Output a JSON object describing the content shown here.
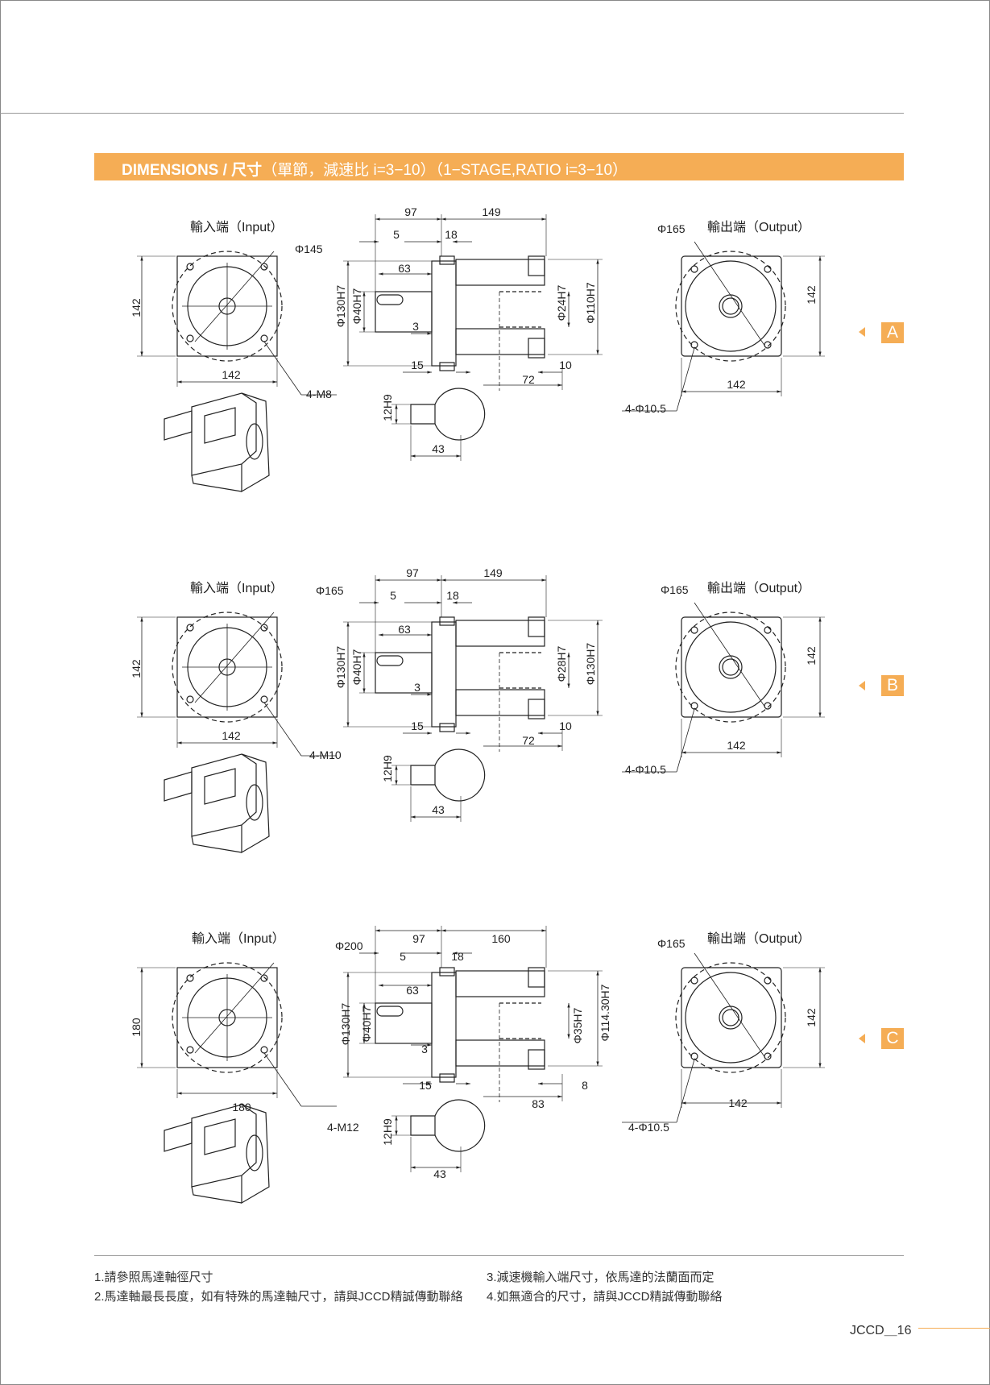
{
  "header": {
    "title_bold": "DIMENSIONS / 尺寸",
    "title_rest": "（單節，減速比 i=3−10）（1−STAGE,RATIO i=3−10）"
  },
  "sections": [
    {
      "tag": "A",
      "input_label": "輸入端（Input）",
      "output_label": "輸出端（Output）",
      "input_circle": "Φ145",
      "input_side_v": "142",
      "input_side_h": "142",
      "input_holes": "4-M8",
      "dim_97": "97",
      "dim_len": "149",
      "dim_5": "5",
      "dim_18": "18",
      "dim_63": "63",
      "dim_3": "3",
      "dim_15": "15",
      "dim_10": "10",
      "dim_72": "72",
      "dia_left_outer": "Φ130H7",
      "dia_left_inner": "Φ40H7",
      "dia_right_inner": "Φ24H7",
      "dia_right_outer": "Φ110H7",
      "key_12": "12H9",
      "key_43": "43",
      "output_circle": "Φ165",
      "output_side_v": "142",
      "output_side_h": "142",
      "output_holes": "4-Φ10.5"
    },
    {
      "tag": "B",
      "input_label": "輸入端（Input）",
      "output_label": "輸出端（Output）",
      "input_circle": "Φ165",
      "input_side_v": "142",
      "input_side_h": "142",
      "input_holes": "4-M10",
      "dim_97": "97",
      "dim_len": "149",
      "dim_5": "5",
      "dim_18": "18",
      "dim_63": "63",
      "dim_3": "3",
      "dim_15": "15",
      "dim_10": "10",
      "dim_72": "72",
      "dia_left_outer": "Φ130H7",
      "dia_left_inner": "Φ40H7",
      "dia_right_inner": "Φ28H7",
      "dia_right_outer": "Φ130H7",
      "key_12": "12H9",
      "key_43": "43",
      "output_circle": "Φ165",
      "output_side_v": "142",
      "output_side_h": "142",
      "output_holes": "4-Φ10.5"
    },
    {
      "tag": "C",
      "input_label": "輸入端（Input）",
      "output_label": "輸出端（Output）",
      "input_circle": "Φ200",
      "input_side_v": "180",
      "input_side_h": "180",
      "input_holes": "4-M12",
      "dim_97": "97",
      "dim_len": "160",
      "dim_5": "5",
      "dim_18": "18",
      "dim_63": "63",
      "dim_3": "3",
      "dim_15": "15",
      "dim_10": "8",
      "dim_72": "83",
      "dia_left_outer": "Φ130H7",
      "dia_left_inner": "Φ40H7",
      "dia_right_inner": "Φ35H7",
      "dia_right_outer": "Φ114.30H7",
      "key_12": "12H9",
      "key_43": "43",
      "output_circle": "Φ165",
      "output_side_v": "142",
      "output_side_h": "142",
      "output_holes": "4-Φ10.5"
    }
  ],
  "notes": {
    "n1": "1.請參照馬達軸徑尺寸",
    "n2": "2.馬達軸最長長度，如有特殊的馬達軸尺寸，請與JCCD精誠傳動聯絡",
    "n3": "3.減速機輸入端尺寸，依馬達的法蘭面而定",
    "n4": "4.如無適合的尺寸，請與JCCD精誠傳動聯絡"
  },
  "footer": {
    "page": "JCCD＿16"
  },
  "colors": {
    "accent": "#f5ad55"
  }
}
